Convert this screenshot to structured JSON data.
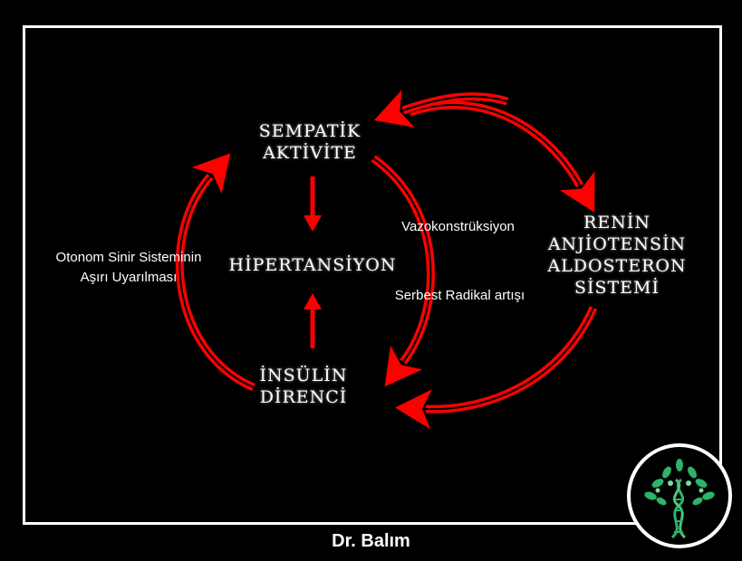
{
  "nodes": {
    "sempatik": [
      "SEMPATİK",
      "AKTİVİTE"
    ],
    "hipertansiyon": "HİPERTANSİYON",
    "insulin": [
      "İNSÜLİN",
      "DİRENCİ"
    ],
    "renin": [
      "RENİN",
      "ANJİOTENSİN",
      "ALDOSTERON",
      "SİSTEMİ"
    ]
  },
  "labels": {
    "otonom": [
      "Otonom Sinir Sisteminin",
      "Aşırı Uyarılması"
    ],
    "vazo": "Vazokonstrüksiyon",
    "serbest": "Serbest Radikal artışı"
  },
  "footer": "Dr. Balım",
  "colors": {
    "arrow": "#ff0000",
    "background": "#000000",
    "text": "#ffffff",
    "logo_leaf": "#2db36b"
  },
  "logo": {
    "icon": "dna-tree-icon"
  }
}
